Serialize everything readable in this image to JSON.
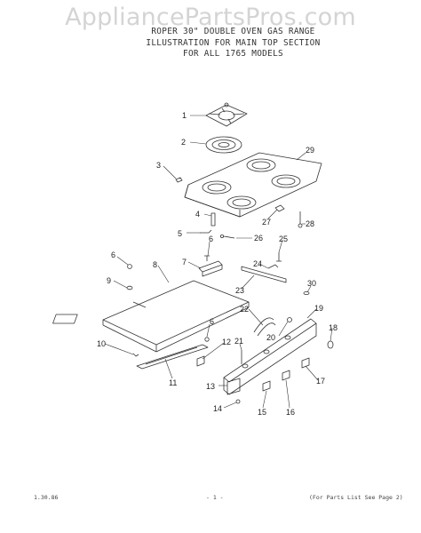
{
  "watermark": "AppliancePartsPros.com",
  "title": {
    "line1": "ROPER 30\" DOUBLE OVEN GAS RANGE",
    "line2": "ILLUSTRATION FOR MAIN TOP SECTION",
    "line3": "FOR ALL 1765 MODELS"
  },
  "callouts": [
    "1",
    "2",
    "3",
    "4",
    "5",
    "6",
    "7",
    "8",
    "9",
    "10",
    "11",
    "12",
    "13",
    "14",
    "15",
    "16",
    "17",
    "18",
    "19",
    "20",
    "21",
    "22",
    "23",
    "24",
    "25",
    "26",
    "27",
    "28",
    "29",
    "30"
  ],
  "footer": {
    "date": "1.30.86",
    "page": "- 1 -",
    "note": "(For Parts List See Page 2)"
  }
}
